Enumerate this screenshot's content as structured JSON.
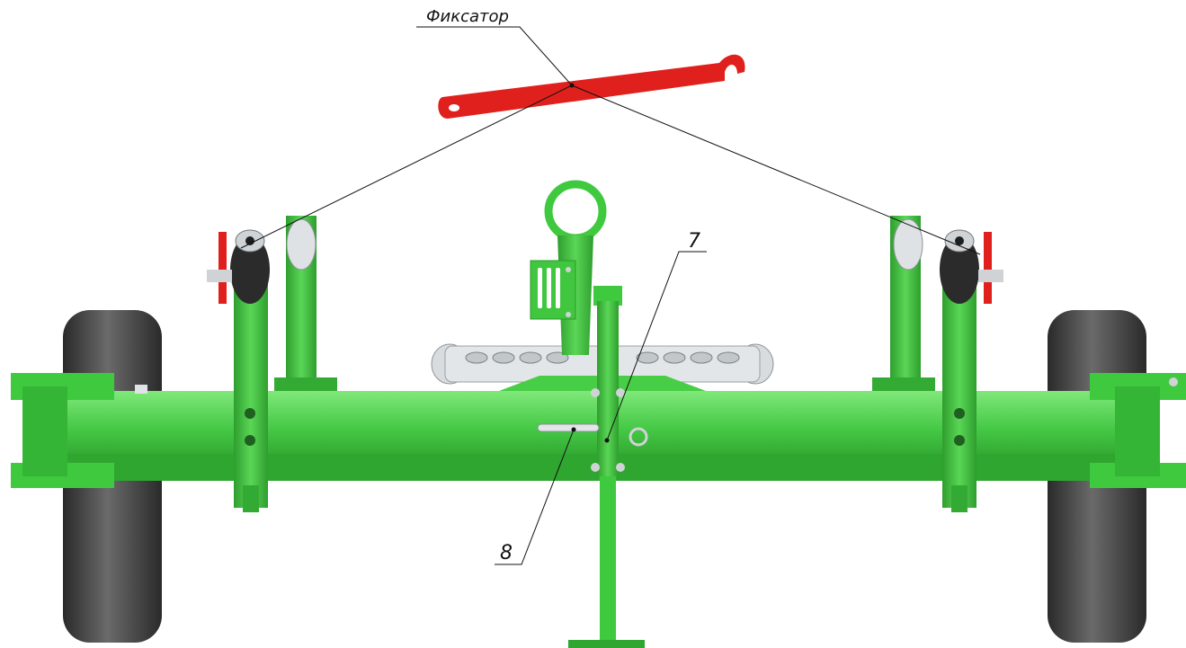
{
  "diagram": {
    "callouts": [
      {
        "id": "latch",
        "label": "Фиксатор"
      },
      {
        "id": "part-7",
        "label": "7"
      },
      {
        "id": "part-8",
        "label": "8"
      }
    ]
  },
  "colors": {
    "frame_green": "#3fc93f",
    "frame_green_dark": "#2a9a2a",
    "frame_green_light": "#6fe06a",
    "latch_red": "#e0201c",
    "tire_dark": "#3a3a3a",
    "metal": "#cfd3d6",
    "leader_line": "#111111"
  }
}
